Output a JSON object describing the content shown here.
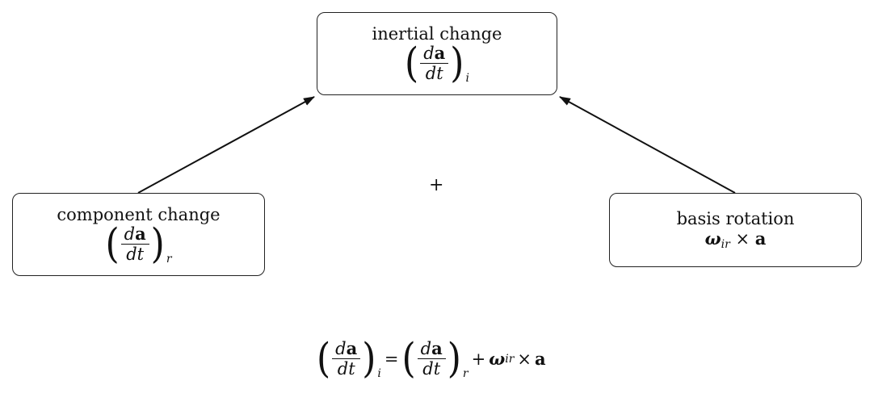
{
  "nodes": {
    "inertial": {
      "title": "inertial change",
      "math": {
        "num_d": "d",
        "num_vec": "a",
        "den": "dt",
        "sub": "i"
      }
    },
    "component": {
      "title": "component change",
      "math": {
        "num_d": "d",
        "num_vec": "a",
        "den": "dt",
        "sub": "r"
      }
    },
    "basis": {
      "title": "basis rotation",
      "math": {
        "omega": "ω",
        "sub": "ir",
        "times": "×",
        "vec": "a"
      }
    }
  },
  "plus_symbol": "+",
  "equation": {
    "lhs": {
      "num_d": "d",
      "num_vec": "a",
      "den": "dt",
      "sub": "i"
    },
    "equals": "=",
    "rhs1": {
      "num_d": "d",
      "num_vec": "a",
      "den": "dt",
      "sub": "r"
    },
    "plus": "+",
    "omega": "ω",
    "omega_sub": "ir",
    "times": "×",
    "vec": "a"
  },
  "edges": [
    {
      "from": "component",
      "to": "inertial"
    },
    {
      "from": "basis",
      "to": "inertial"
    }
  ]
}
